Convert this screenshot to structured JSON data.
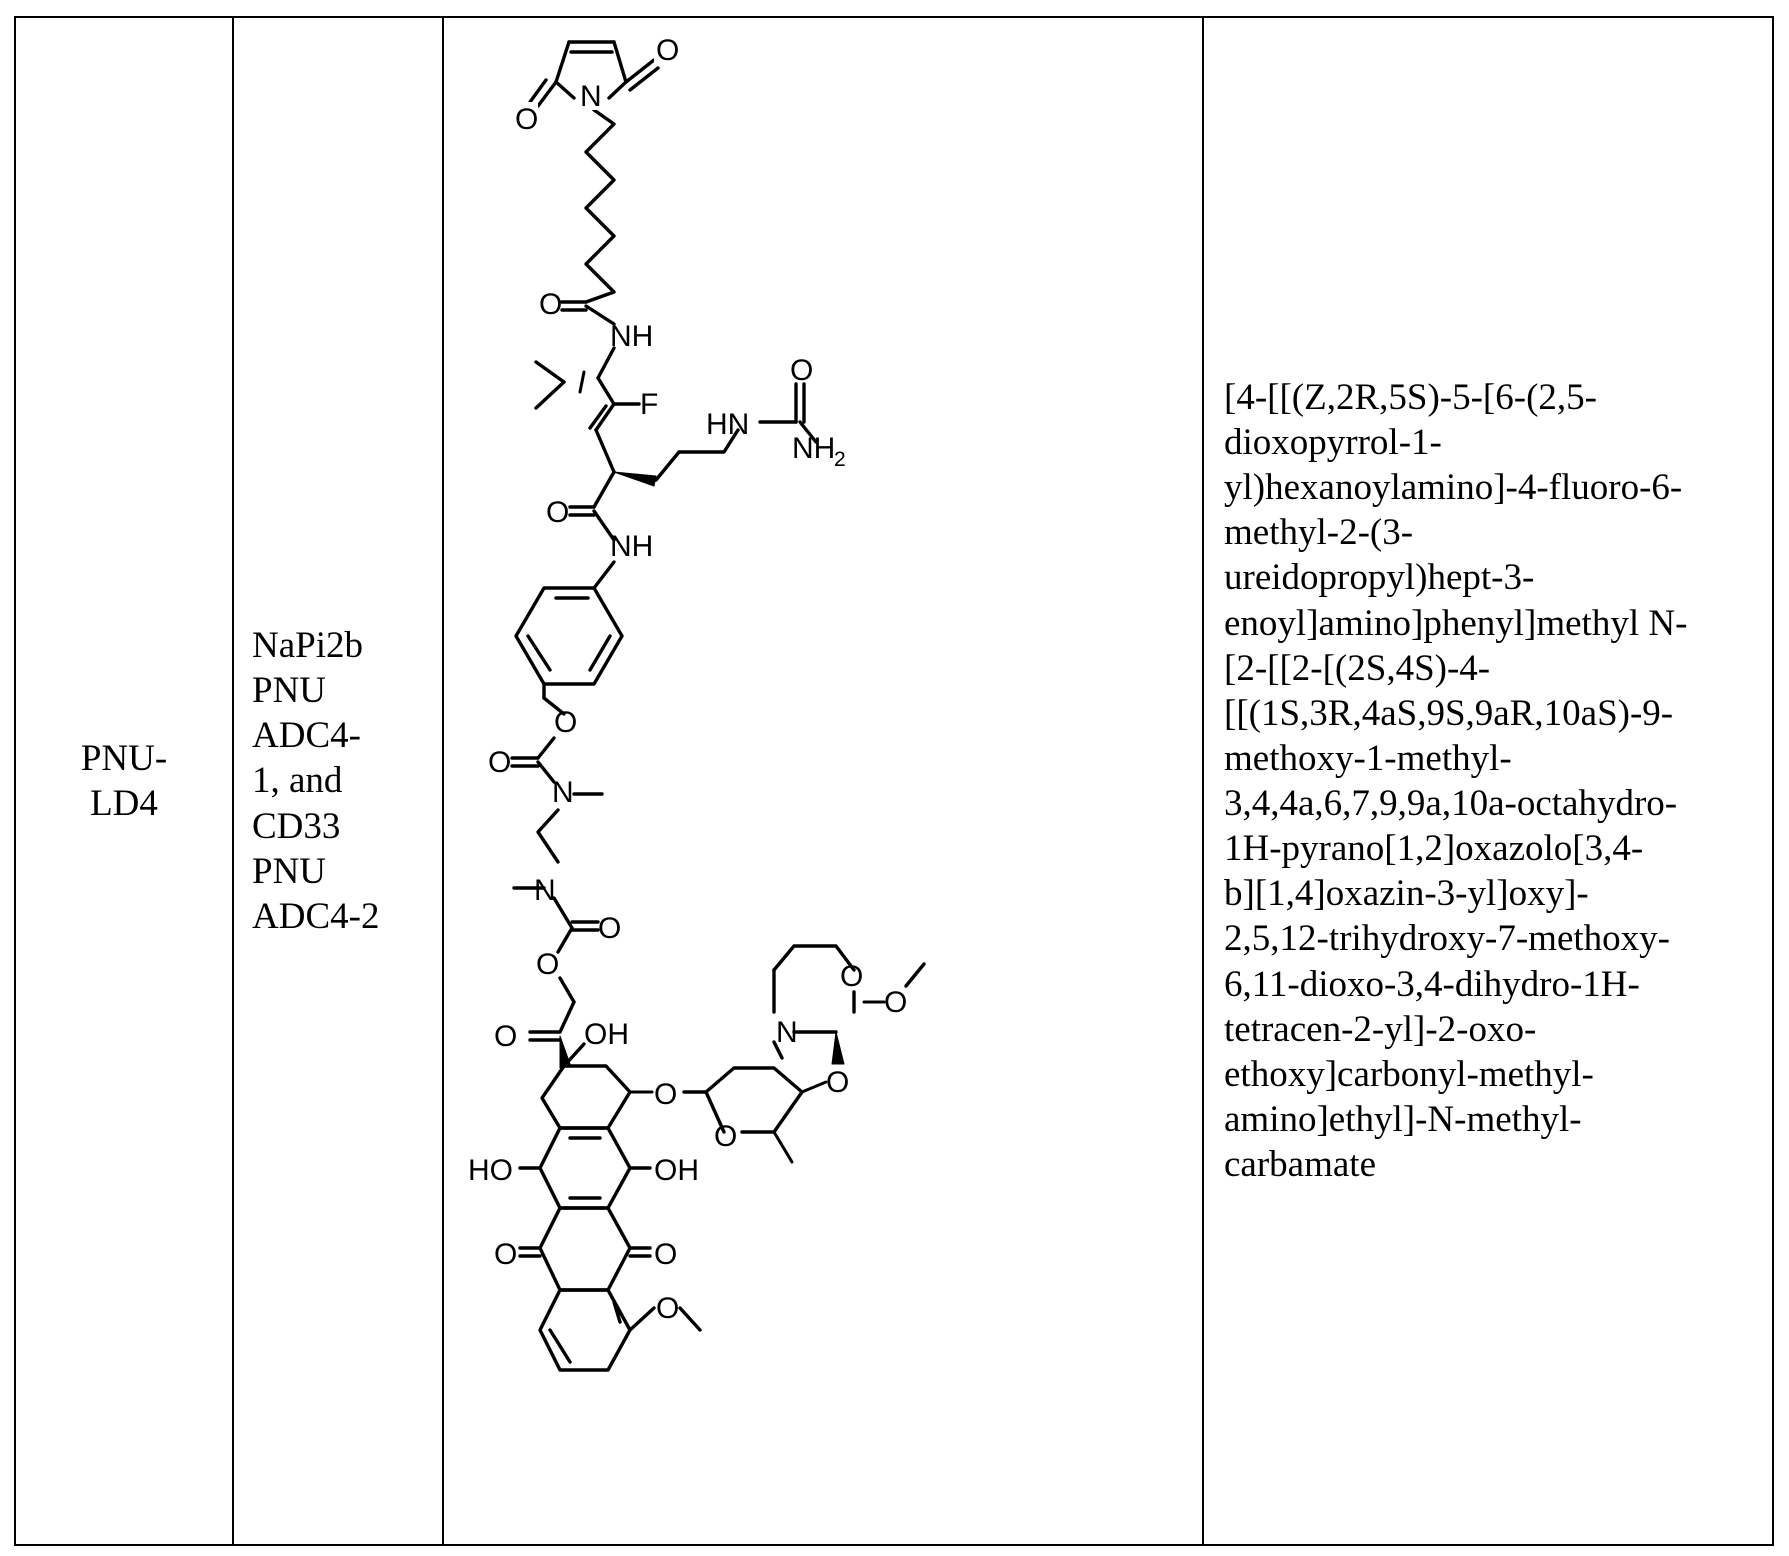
{
  "row": {
    "code_lines": [
      "PNU-",
      "LD4"
    ],
    "conjugate_lines": [
      "NaPi2b",
      "PNU",
      "ADC4-",
      "1, and",
      "CD33",
      "PNU",
      "ADC4-2"
    ],
    "iupac_lines": [
      "[4-[[(Z,2R,5S)-5-[6-(2,5-",
      "dioxopyrrol-1-",
      "yl)hexanoylamino]-4-fluoro-6-",
      "methyl-2-(3-",
      "ureidopropyl)hept-3-",
      "enoyl]amino]phenyl]methyl N-",
      "[2-[[2-[(2S,4S)-4-",
      "[[(1S,3R,4aS,9S,9aR,10aS)-9-",
      "methoxy-1-methyl-",
      "3,4,4a,6,7,9,9a,10a-octahydro-",
      "1H-pyrano[1,2]oxazolo[3,4-",
      "b][1,4]oxazin-3-yl]oxy]-",
      "2,5,12-trihydroxy-7-methoxy-",
      "6,11-dioxo-3,4-dihydro-1H-",
      "tetracen-2-yl]-2-oxo-",
      "ethoxy]carbonyl-methyl-",
      "amino]ethyl]-N-methyl-",
      "carbamate"
    ]
  },
  "structure": {
    "atoms": {
      "O": "O",
      "N": "N",
      "NH": "NH",
      "HN": "HN",
      "F": "F",
      "NH2_main": "NH",
      "NH2_sub": "2",
      "OH": "OH",
      "HO": "HO"
    }
  }
}
